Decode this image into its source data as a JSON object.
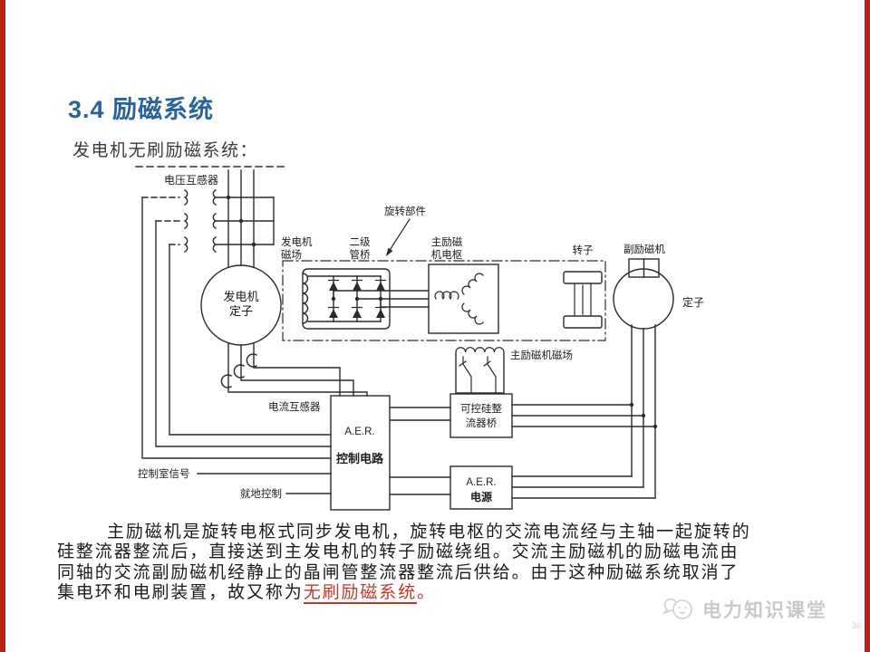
{
  "page": {
    "title": "3.4  励磁系统",
    "subtitle": "发电机无刷励磁系统：",
    "page_number": "36",
    "colors": {
      "title_blue": "#2A6496",
      "edge_border_red": "#B12318",
      "highlight_red": "#C0392B",
      "diagram_line": "#2B2B2B",
      "watermark_gray": "#C9C9C9"
    }
  },
  "diagram": {
    "labels": {
      "voltage_transformer": "电压互感器",
      "rotating_parts": "旋转部件",
      "generator_field_l1": "发电机",
      "generator_field_l2": "磁场",
      "diode_bridge_l1": "二级",
      "diode_bridge_l2": "管桥",
      "main_exciter_armature_l1": "主励磁",
      "main_exciter_armature_l2": "机电枢",
      "rotor": "转子",
      "pilot_exciter": "副励磁机",
      "pilot_stator": "定子",
      "generator_stator_l1": "发电机",
      "generator_stator_l2": "定子",
      "main_exciter_field": "主励磁机磁场",
      "current_transformer": "电流互感器",
      "scr_bridge_l1": "可控硅整",
      "scr_bridge_l2": "流器桥",
      "aer_control_l1": "A.E.R.",
      "aer_control_l2": "控制电路",
      "aer_power_l1": "A.E.R.",
      "aer_power_l2": "电源",
      "control_room_signal": "控制室信号",
      "local_control": "就地控制"
    }
  },
  "body": {
    "lines": [
      "主励磁机是旋转电枢式同步发电机，旋转电枢的交流电流经与主轴一起旋转的",
      "硅整流器整流后，直接送到主发电机的转子励磁绕组。交流主励磁机的励磁电流由",
      "同轴的交流副励磁机经静止的晶闸管整流器整流后供给。由于这种励磁系统取消了"
    ],
    "line4": {
      "prefix": "集电环和电刷装置，故又称为",
      "highlight": "无刷励磁系统",
      "suffix": "。"
    }
  },
  "watermark": {
    "text": "电力知识课堂"
  }
}
